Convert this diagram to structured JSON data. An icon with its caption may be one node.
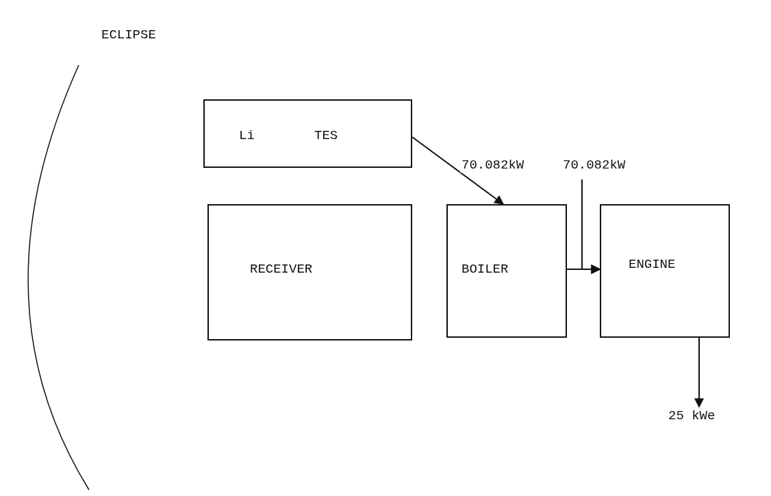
{
  "diagram": {
    "title": "ECLIPSE",
    "nodes": [
      {
        "text": [
          "Li",
          "TES"
        ]
      },
      {
        "text": [
          "RECEIVER"
        ]
      },
      {
        "text": [
          "BOILER"
        ]
      },
      {
        "text": [
          "ENGINE"
        ]
      },
      {
        "text": [
          "70.082kW"
        ]
      },
      {
        "text": [
          "25 kWe"
        ]
      }
    ],
    "edges": [
      {
        "from": 0,
        "to": 2,
        "arrow": "to",
        "label": "70.082kW"
      },
      {
        "from": 2,
        "to": 3,
        "arrow": "to"
      },
      {
        "from": 4,
        "to": 3,
        "arrow": "to"
      },
      {
        "from": 3,
        "to": 5,
        "arrow": "to"
      }
    ]
  }
}
